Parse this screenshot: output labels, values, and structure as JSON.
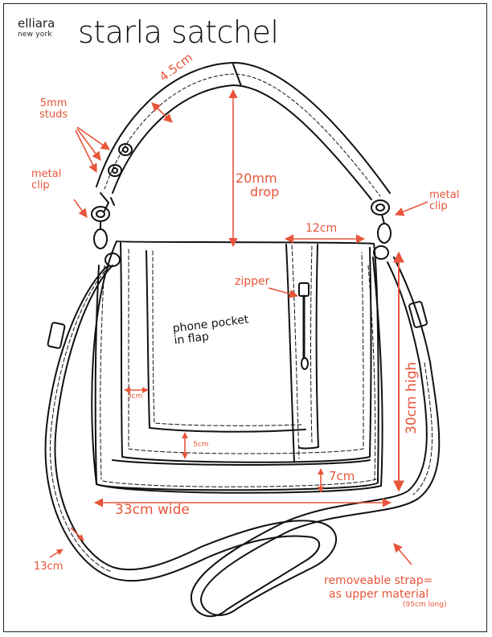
{
  "brand": {
    "name": "elliara",
    "location": "new york"
  },
  "title": "starla satchel",
  "labels": {
    "strap_width": "4.5cm",
    "studs_line1": "5mm",
    "studs_line2": "studs",
    "clip_left_line1": "metal",
    "clip_left_line2": "clip",
    "clip_right_line1": "metal",
    "clip_right_line2": "clip",
    "drop_line1": "20mm",
    "drop_line2": "drop",
    "flap_width": "12cm",
    "zipper": "zipper",
    "phone_line1": "phone pocket",
    "phone_line2": "in flap",
    "pocket_side": "3cm",
    "pocket_bottom": "5cm",
    "base": "7cm",
    "height": "30cm high",
    "width": "33cm wide",
    "strap_13": "13cm",
    "removeable_line1": "removeable strap=",
    "removeable_line2": "as upper material",
    "removeable_line3": "(95cm long)"
  },
  "colors": {
    "annotation": "#e8553a",
    "outline": "#111111"
  }
}
